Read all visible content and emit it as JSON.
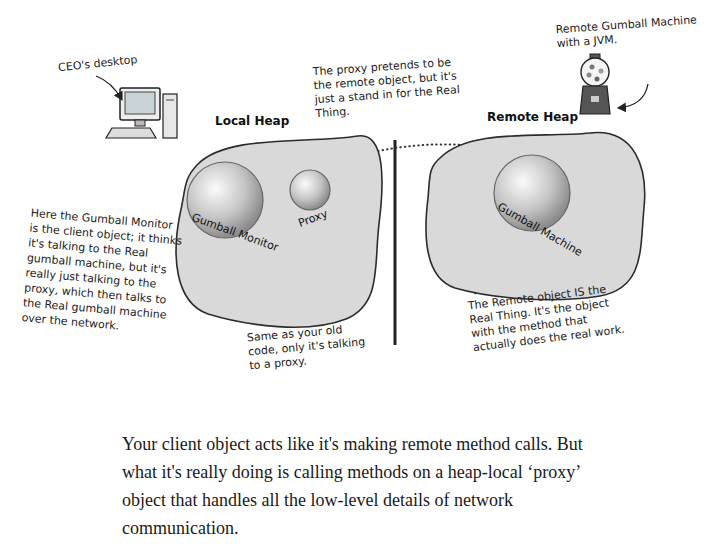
{
  "diagram": {
    "caption": "Your client object acts like it's making remote method calls. But what it's really doing is calling methods on a heap-local ‘proxy’ object that handles all the low-level details of network communication.",
    "nodes": [
      {
        "text": [
          "Local Heap"
        ]
      },
      {
        "text": [
          "Gumball Monitor"
        ],
        "in": 0
      },
      {
        "text": [
          "Proxy"
        ],
        "in": 0
      },
      {
        "text": [
          "Remote Heap"
        ]
      },
      {
        "text": [
          "Gumball Machine"
        ],
        "in": 3
      }
    ],
    "edges": [
      {
        "from": 1,
        "to": 2,
        "arrow": "none"
      },
      {
        "from": 2,
        "to": 4,
        "arrow": "none"
      }
    ],
    "labels": [
      "CEO's desktop",
      "The proxy pretends to be the remote object, but it's just a stand in for the Real Thing.",
      "Remote Gumball Machine with a JVM.",
      "Here the Gumball Monitor is the client object; it thinks it's talking to the Real gumball machine, but it's really just talking to the proxy, which then talks to the Real gumball machine over the network.",
      "Same as your old code, only it's talking to a proxy.",
      "The Remote object IS the Real Thing. It's the object with the method that actually does the real work."
    ]
  }
}
